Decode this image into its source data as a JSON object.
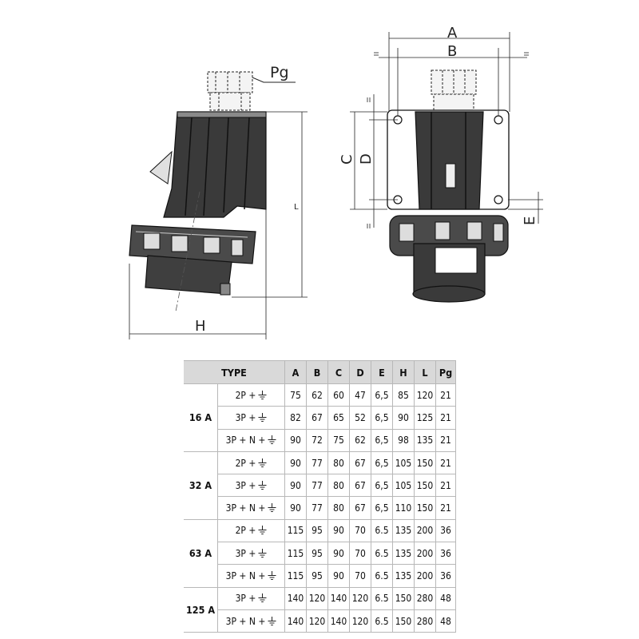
{
  "drawing_labels": {
    "pg": "Pg",
    "h": "H",
    "l": "L",
    "a": "A",
    "b": "B",
    "c": "C",
    "d": "D",
    "e": "E"
  },
  "table": {
    "type_header": "TYPE",
    "columns": [
      "A",
      "B",
      "C",
      "D",
      "E",
      "H",
      "L",
      "Pg"
    ],
    "groups": [
      {
        "label": "16 A",
        "rows": [
          {
            "type": "2P +",
            "values": [
              "75",
              "62",
              "60",
              "47",
              "6,5",
              "85",
              "120",
              "21"
            ]
          },
          {
            "type": "3P +",
            "values": [
              "82",
              "67",
              "65",
              "52",
              "6,5",
              "90",
              "125",
              "21"
            ]
          },
          {
            "type": "3P + N +",
            "values": [
              "90",
              "72",
              "75",
              "62",
              "6,5",
              "98",
              "135",
              "21"
            ]
          }
        ]
      },
      {
        "label": "32 A",
        "rows": [
          {
            "type": "2P +",
            "values": [
              "90",
              "77",
              "80",
              "67",
              "6,5",
              "105",
              "150",
              "21"
            ]
          },
          {
            "type": "3P +",
            "values": [
              "90",
              "77",
              "80",
              "67",
              "6,5",
              "105",
              "150",
              "21"
            ]
          },
          {
            "type": "3P + N +",
            "values": [
              "90",
              "77",
              "80",
              "67",
              "6,5",
              "110",
              "150",
              "21"
            ]
          }
        ]
      },
      {
        "label": "63 A",
        "rows": [
          {
            "type": "2P +",
            "values": [
              "115",
              "95",
              "90",
              "70",
              "6.5",
              "135",
              "200",
              "36"
            ]
          },
          {
            "type": "3P +",
            "values": [
              "115",
              "95",
              "90",
              "70",
              "6.5",
              "135",
              "200",
              "36"
            ]
          },
          {
            "type": "3P + N +",
            "values": [
              "115",
              "95",
              "90",
              "70",
              "6.5",
              "135",
              "200",
              "36"
            ]
          }
        ]
      },
      {
        "label": "125 A",
        "rows": [
          {
            "type": "3P +",
            "values": [
              "140",
              "120",
              "140",
              "120",
              "6.5",
              "150",
              "280",
              "48"
            ]
          },
          {
            "type": "3P + N +",
            "values": [
              "140",
              "120",
              "140",
              "120",
              "6.5",
              "150",
              "280",
              "48"
            ]
          }
        ]
      }
    ]
  },
  "icons": {
    "ground": "ground-symbol-icon"
  }
}
